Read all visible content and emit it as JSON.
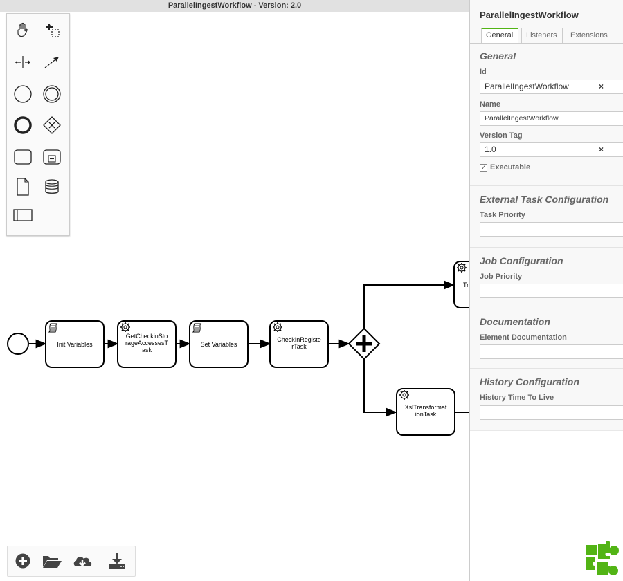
{
  "window": {
    "title": "ParallelIngestWorkflow - Version: 2.0"
  },
  "palette": {
    "tools": [
      "hand-tool-icon",
      "lasso-tool-icon",
      "space-tool-icon",
      "global-connect-tool-icon",
      "start-event-icon",
      "intermediate-event-icon",
      "end-event-icon",
      "gateway-icon",
      "task-icon",
      "subprocess-icon",
      "data-object-icon",
      "data-store-icon",
      "pool-icon"
    ]
  },
  "diagram": {
    "tasks": [
      {
        "label": "Init Variables",
        "type": "script"
      },
      {
        "label": "GetCheckinSto\nrageAccessesT\nask",
        "type": "service"
      },
      {
        "label": "Set Variables",
        "type": "script"
      },
      {
        "label": "CheckInRegiste\nrTask",
        "type": "service"
      },
      {
        "label": "XslTransformat\nionTask",
        "type": "service"
      },
      {
        "label": "Tr",
        "type": "service"
      }
    ]
  },
  "io_bar": {
    "buttons": [
      "new-diagram-icon",
      "open-diagram-icon",
      "cloud-deploy-icon",
      "download-icon"
    ]
  },
  "properties": {
    "title": "ParallelIngestWorkflow",
    "tabs": [
      "General",
      "Listeners",
      "Extensions"
    ],
    "active_tab": "General",
    "general": {
      "heading": "General",
      "id_label": "Id",
      "id_value": "ParallelIngestWorkflow",
      "name_label": "Name",
      "name_value": "ParallelIngestWorkflow",
      "version_tag_label": "Version Tag",
      "version_tag_value": "1.0",
      "executable_label": "Executable",
      "executable_checked": true,
      "clear_glyph": "×"
    },
    "external_task": {
      "heading": "External Task Configuration",
      "priority_label": "Task Priority",
      "priority_value": ""
    },
    "job": {
      "heading": "Job Configuration",
      "priority_label": "Job Priority",
      "priority_value": ""
    },
    "documentation": {
      "heading": "Documentation",
      "element_label": "Element Documentation",
      "element_value": ""
    },
    "history": {
      "heading": "History Configuration",
      "ttl_label": "History Time To Live",
      "ttl_value": ""
    }
  },
  "colors": {
    "accent": "#52b415",
    "logo": "#52b415",
    "stroke": "#000000"
  }
}
